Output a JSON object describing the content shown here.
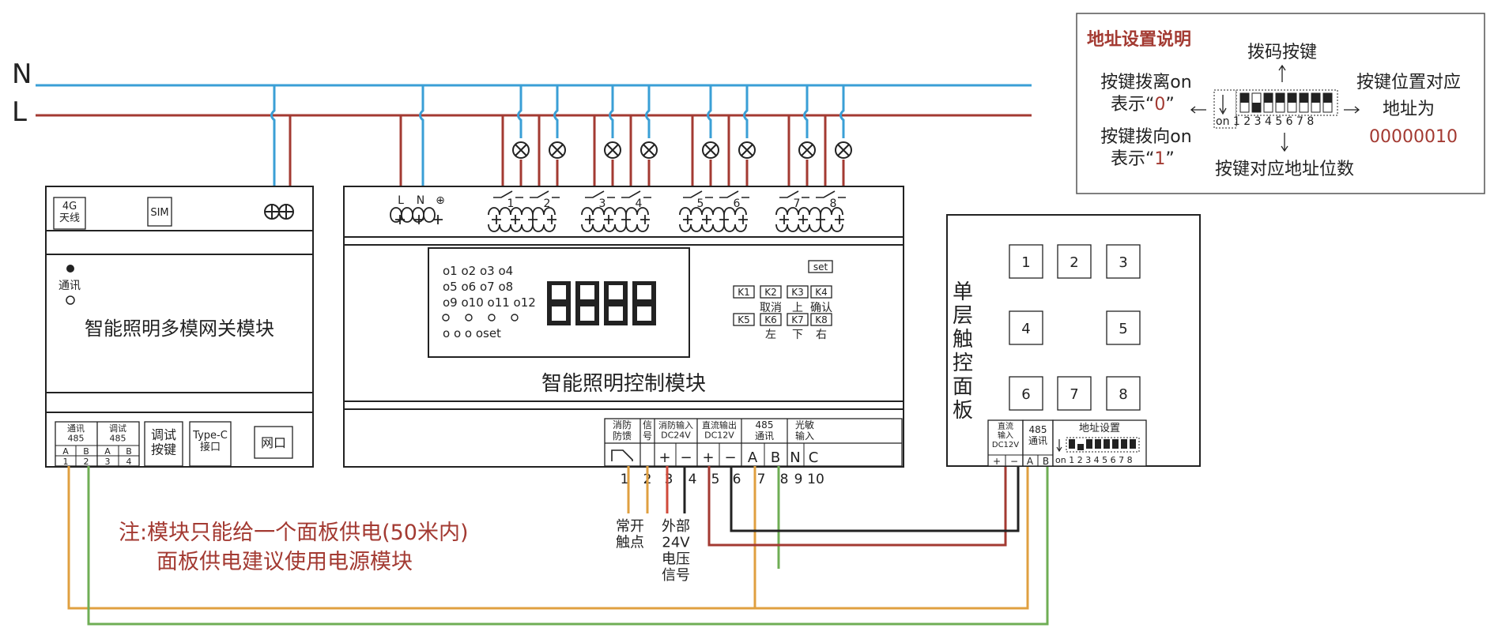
{
  "bus": {
    "n": "N",
    "l": "L"
  },
  "gateway": {
    "antenna": "4G\n天线",
    "sim": "SIM",
    "comm": "通讯",
    "title": "智能照明多模网关模块",
    "ports": [
      {
        "top": "通讯\n485",
        "a": "A",
        "b": "B",
        "na": "1",
        "nb": "2"
      },
      {
        "top": "调试\n485",
        "a": "A",
        "b": "B",
        "na": "3",
        "nb": "4"
      }
    ],
    "debug_button": "调试\n按键",
    "typec": "Type-C\n接口",
    "network": "网口"
  },
  "controller": {
    "title": "智能照明控制模块",
    "power_labels": [
      "L",
      "N",
      "⊕"
    ],
    "relays": [
      "1",
      "2",
      "3",
      "4",
      "5",
      "6",
      "7",
      "8"
    ],
    "leds": [
      "o1 o2 o3 o4",
      "o5 o6 o7 o8",
      "o9 o10 o11 o12",
      "o  o  o  oset"
    ],
    "keys_set": "set",
    "keys_row1": [
      "K1",
      "K2",
      "K3",
      "K4"
    ],
    "keys_row1_labels": [
      "取消",
      "上",
      "确认"
    ],
    "keys_row2": [
      "K5",
      "K6",
      "K7",
      "K8"
    ],
    "keys_row2_labels": [
      "左",
      "下",
      "右"
    ],
    "bottom_headers": [
      "消防\n防馈",
      "信\n号",
      "消防输入\nDC24V",
      "直流输出\nDC12V",
      "485\n通讯",
      "光敏\n输入"
    ],
    "bottom_symbols": [
      "+",
      "−",
      "+",
      "−",
      "A",
      "B",
      "N",
      "C"
    ],
    "terminal_numbers": [
      "1",
      "2",
      "3",
      "4",
      "5",
      "6",
      "7",
      "8",
      "9",
      "10"
    ]
  },
  "panel": {
    "title": "单层触控面板",
    "keys": [
      "1",
      "2",
      "3",
      "4",
      "5",
      "6",
      "7",
      "8"
    ],
    "power": "直流\n输入\nDC12V",
    "comm": "485\n通讯",
    "terms": [
      "+",
      "−",
      "A",
      "B"
    ],
    "address_title": "地址设置",
    "dip_nums": "on 1 2 3 4 5 6 7 8"
  },
  "address_box": {
    "title": "地址设置说明",
    "dip_label": "拨码按键",
    "off_text1": "按键拨离on",
    "off_text2": "表示“",
    "off_value": "0",
    "on_text1": "按键拨向on",
    "on_text2": "表示“",
    "on_value": "1",
    "close_quote": "”",
    "pos_text1": "按键位置对应",
    "pos_text2": "地址为",
    "address_value": "00000010",
    "bottom_text": "按键对应地址位数",
    "dip_nums": "on 1 2 3 4 5 6 7 8"
  },
  "labels": {
    "normally_open": "常开\n触点",
    "external": "外部\n24V\n电压\n信号"
  },
  "note": {
    "line1": "注:模块只能给一个面板供电(50米内)",
    "line2": "面板供电建议使用电源模块"
  },
  "colors": {
    "n_line": "#3a9fd6",
    "l_line": "#a33a32",
    "orange_wire": "#e0a040",
    "green_wire": "#6fae55",
    "note_red": "#a33a32"
  }
}
